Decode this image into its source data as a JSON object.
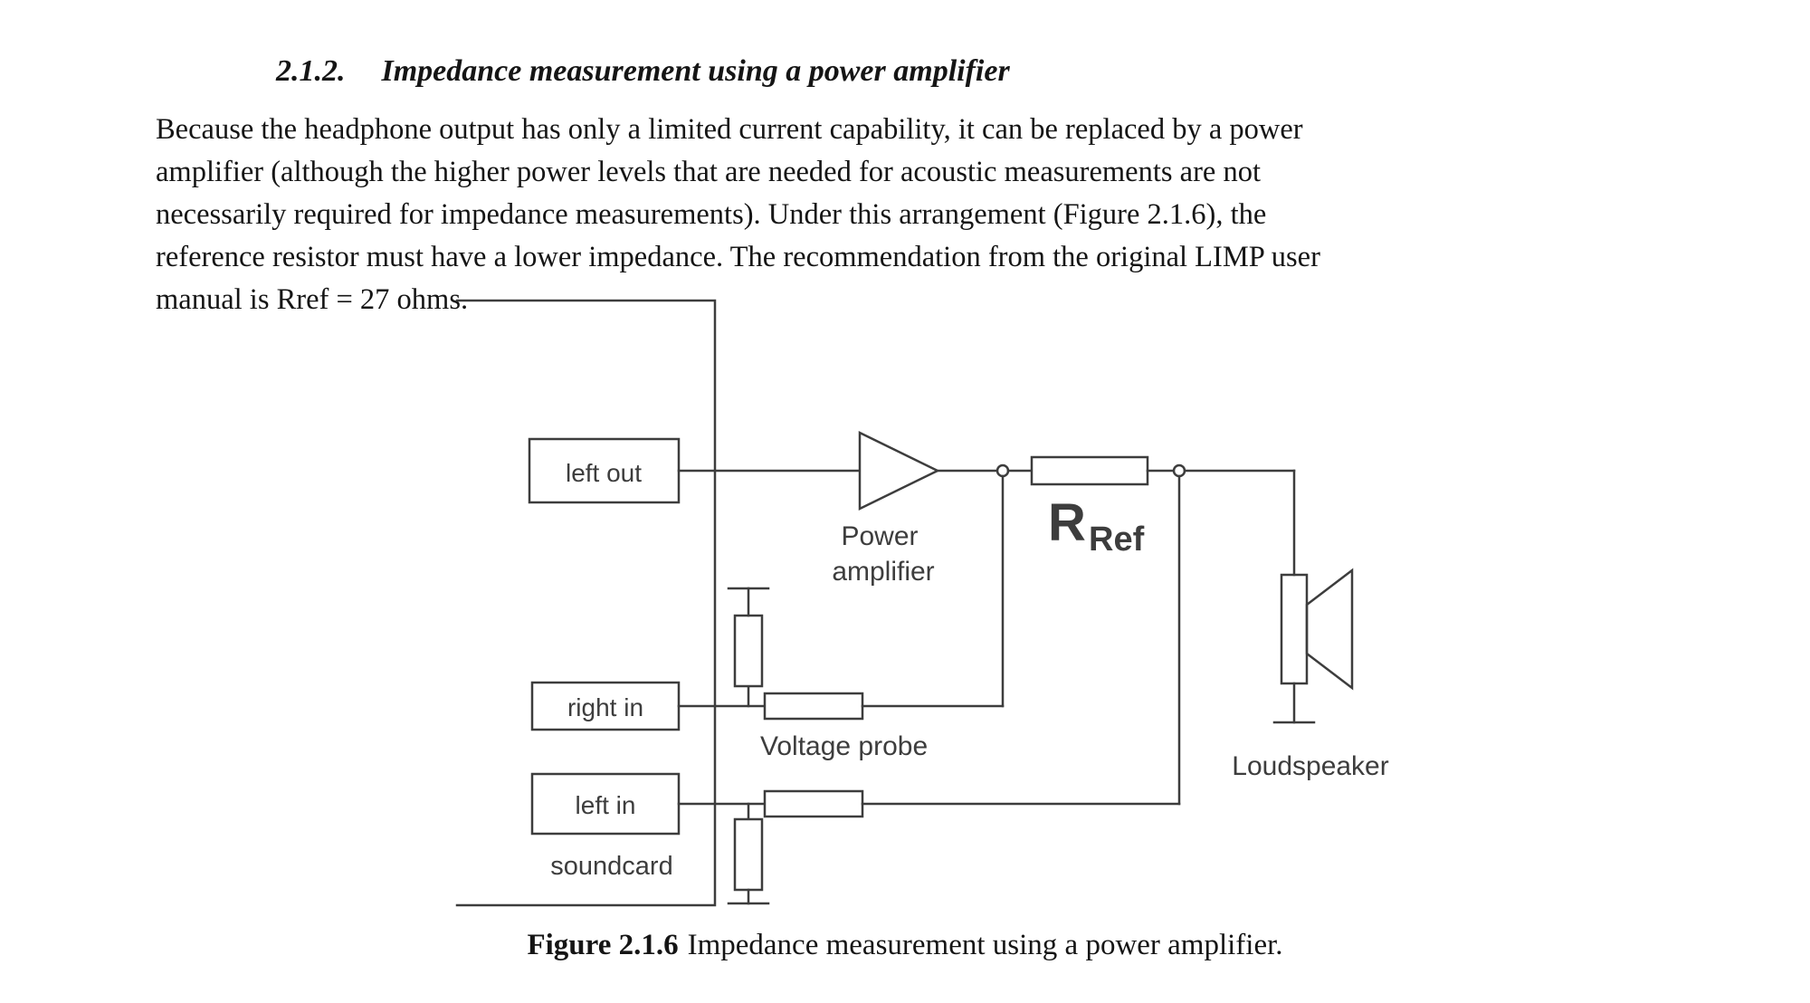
{
  "page": {
    "heading": {
      "number": "2.1.2.",
      "title": "Impedance measurement using a power amplifier"
    },
    "paragraph": "Because the headphone output has only a limited current capability, it can be replaced by a power\namplifier (although the higher power levels that are needed for acoustic measurements are not\nnecessarily required for impedance measurements). Under this arrangement (Figure 2.1.6), the\nreference resistor must have a lower impedance. The recommendation from the original LIMP user\nmanual is Rref = 27 ohms.",
    "caption": {
      "label": "Figure 2.1.6",
      "text": "Impedance measurement using a power amplifier."
    }
  },
  "diagram": {
    "labels": {
      "left_out": "left out",
      "right_in": "right in",
      "left_in": "left in",
      "soundcard": "soundcard",
      "power_amplifier_line1": "Power",
      "power_amplifier_line2": "amplifier",
      "rref_main": "R",
      "rref_sub": "Ref",
      "voltage_probe": "Voltage probe",
      "loudspeaker": "Loudspeaker"
    },
    "colors": {
      "line": "#3d3d3d",
      "text": "#3d3d3d"
    }
  }
}
